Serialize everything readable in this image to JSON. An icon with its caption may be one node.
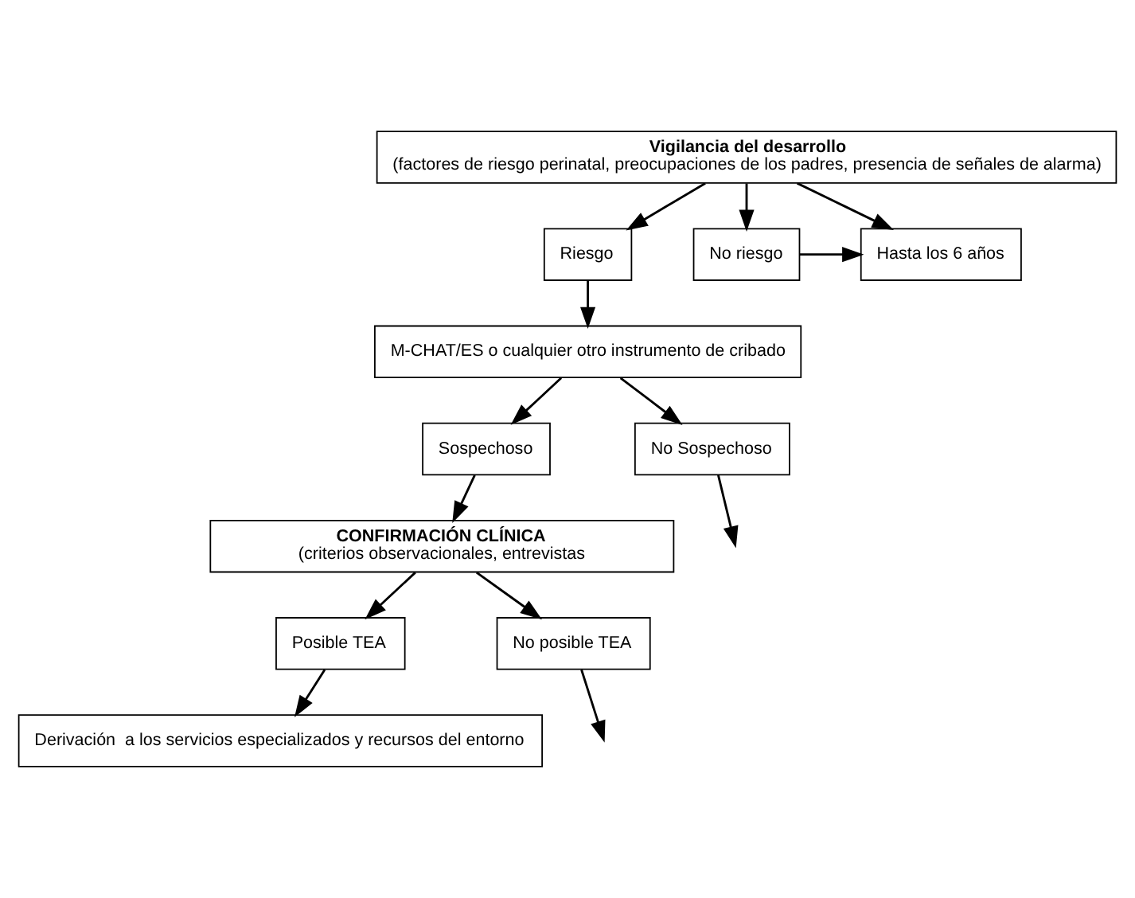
{
  "diagram": {
    "nodes": [
      {
        "text": [
          "Vigilancia del desarrollo",
          "(factores de riesgo perinatal, preocupaciones de los padres, presencia de señales de alarma)"
        ]
      },
      {
        "text": [
          "Hasta los 6 años"
        ]
      },
      {
        "text": [
          "Riesgo"
        ]
      },
      {
        "text": [
          "No riesgo"
        ]
      },
      {
        "text": [
          "M-CHAT/ES o cualquier otro instrumento de cribado"
        ]
      },
      {
        "text": [
          "Sospechoso"
        ]
      },
      {
        "text": [
          "No Sospechoso"
        ]
      },
      {
        "text": [
          "CONFIRMACIÓN CLÍNICA",
          "(criterios observacionales, entrevistas"
        ]
      },
      {
        "text": [
          "Posible TEA"
        ]
      },
      {
        "text": [
          "No posible TEA"
        ]
      },
      {
        "text": [
          "Derivación  a los servicios especializados y recursos del entorno"
        ]
      }
    ],
    "edges": [
      {
        "from": 0,
        "to": 2,
        "arrow": "to"
      },
      {
        "from": 0,
        "to": 3,
        "arrow": "to"
      },
      {
        "from": 0,
        "to": 1,
        "arrow": "to"
      },
      {
        "from": 2,
        "to": 4,
        "arrow": "to"
      },
      {
        "from": 3,
        "to": 1,
        "arrow": "to"
      },
      {
        "from": 4,
        "to": 5,
        "arrow": "to"
      },
      {
        "from": 4,
        "to": 6,
        "arrow": "to"
      },
      {
        "from": 6,
        "to": null,
        "arrow": "to"
      },
      {
        "from": 5,
        "to": 7,
        "arrow": "to"
      },
      {
        "from": 7,
        "to": 8,
        "arrow": "to"
      },
      {
        "from": 7,
        "to": 9,
        "arrow": "to"
      },
      {
        "from": 9,
        "to": null,
        "arrow": "to"
      },
      {
        "from": 8,
        "to": 10,
        "arrow": "to"
      }
    ]
  }
}
